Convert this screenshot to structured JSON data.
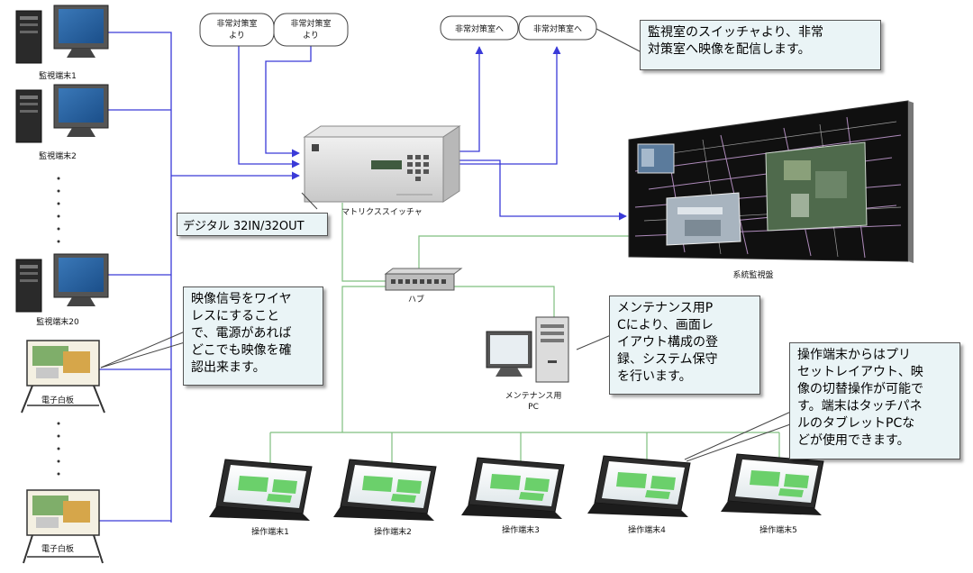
{
  "monitors": [
    {
      "label": "監視端末1"
    },
    {
      "label": "監視端末2"
    },
    {
      "label": "監視端末20"
    }
  ],
  "whiteboards": [
    {
      "label": "電子白板"
    },
    {
      "label": "電子白板"
    }
  ],
  "input_pills": [
    {
      "label_line1": "非常対策室",
      "label_line2": "より"
    },
    {
      "label_line1": "非常対策室",
      "label_line2": "より"
    }
  ],
  "output_pills": [
    {
      "label": "非常対策室へ"
    },
    {
      "label": "非常対策室へ"
    }
  ],
  "matrix_switcher": {
    "label": "マトリクススイッチャ"
  },
  "digital_spec": {
    "text": "デジタル 32IN/32OUT"
  },
  "video_wall": {
    "label": "系統監視盤"
  },
  "hub": {
    "label": "ハブ"
  },
  "maintenance_pc": {
    "label_line1": "メンテナンス用",
    "label_line2": "PC"
  },
  "operation_terminals": [
    {
      "label": "操作端末1"
    },
    {
      "label": "操作端末2"
    },
    {
      "label": "操作端末3"
    },
    {
      "label": "操作端末4"
    },
    {
      "label": "操作端末5"
    }
  ],
  "callouts": {
    "distribution": "監視室のスイッチャより、非常\n対策室へ映像を配信します。",
    "wireless": "映像信号をワイヤ\nレスにすること\nで、電源があれば\nどこでも映像を確\n認出来ます。",
    "maintenance": "メンテナンス用P\nCにより、画面レ\nイアウト構成の登\n録、システム保守\nを行います。",
    "operation": "操作端末からはプリ\nセットレイアウト、映\n像の切替操作が可能で\nす。端末はタッチパネ\nルのタブレットPCな\nどが使用できます。"
  },
  "colors": {
    "video_line": "#3a3ad8",
    "network_line": "#7fbf7f",
    "callout_bg": "#eaf4f6"
  }
}
